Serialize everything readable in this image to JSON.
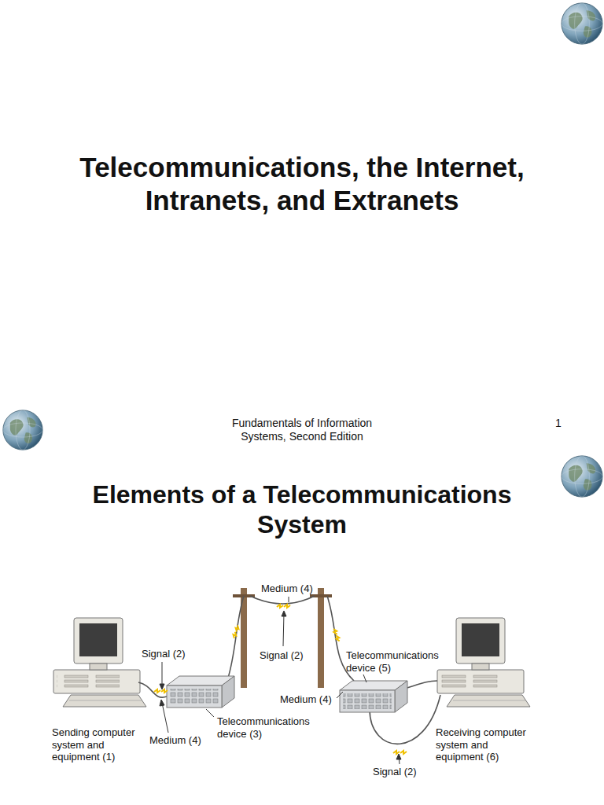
{
  "diagram": {
    "title": "Telecommunications, the Internet, Intranets, and Extranets",
    "labels": [
      "Fundamentals of Information Systems, Second Edition",
      "1",
      "Elements of a Telecommunications System",
      "Medium (4)",
      "Signal (2)",
      "Signal (2)",
      "Telecommunications device (5)",
      "Medium (4)",
      "Telecommunications device (3)",
      "Medium (4)",
      "Sending computer system and equipment (1)",
      "Receiving computer system and equipment (6)",
      "Signal (2)"
    ]
  }
}
